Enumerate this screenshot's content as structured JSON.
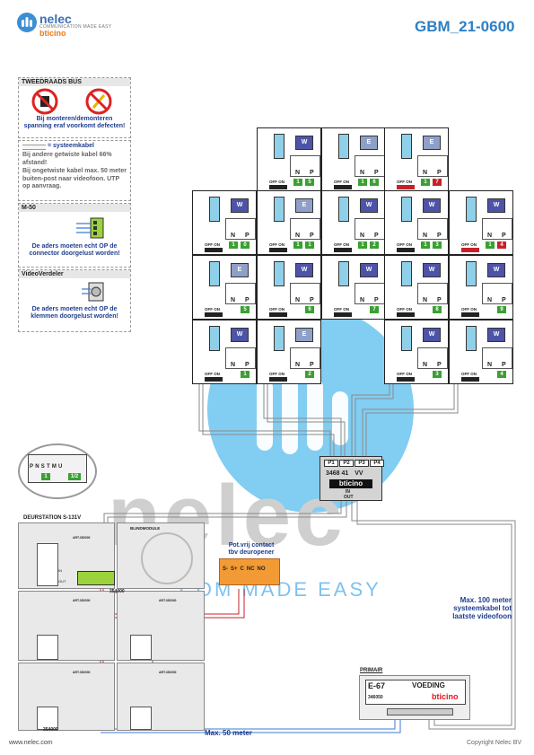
{
  "header": {
    "brand": "nelec",
    "brand_tagline": "COMMUNICATION MADE EASY",
    "brand_sub": "bticino",
    "doc_code": "GBM_21-0600"
  },
  "legend": {
    "two_wire": {
      "title": "TWEEDRAADS BUS",
      "warning": "Bij monteren/demonteren spanning eraf voorkomt defecten!"
    },
    "system_cable": {
      "label": "= systeemkabel",
      "text1": "Bij andere getwiste kabel 66% afstand!",
      "text2": "Bij ongetwiste kabel max. 50 meter buiten-post naar videofoon. UTP op aanvraag."
    },
    "m50": {
      "title": "M-50",
      "text": "De aders moeten echt OP de connector doorgelust worden!"
    },
    "splitter": {
      "title": "VideoVerdeler",
      "text": "De aders moeten echt OP de klemmen doorgelust worden!"
    }
  },
  "dip_switch": {
    "labels": [
      "P",
      "N",
      "S",
      "T",
      "M",
      "U"
    ],
    "value_p": "1",
    "value_m": "1/2"
  },
  "door_station": {
    "label": "DEURSTATION S-131V",
    "blind_label": "BLINDMODULE",
    "part_top": "ART.352000",
    "part_mod": "ART.352000",
    "cable_label": "354000",
    "in_label": "IN",
    "out_label": "OUT"
  },
  "relay": {
    "title1": "Pot.vrij contact",
    "title2": "tbv deuropener",
    "terminals": [
      "S-",
      "S+",
      "C",
      "NC",
      "NO"
    ]
  },
  "splitter_box": {
    "ports": [
      "P1",
      "P2",
      "P3",
      "P4"
    ],
    "model": "3468 41",
    "vv": "VV",
    "brand": "bticino",
    "in_label": "IN",
    "out_label": "OUT"
  },
  "notes": {
    "max100": "Max. 100 meter systeemkabel tot laatste videofoon",
    "max50": "Max. 50 meter"
  },
  "psu": {
    "primary": "PRIMAIR",
    "model": "E-67",
    "title": "VOEDING",
    "part": "346050",
    "brand": "bticino"
  },
  "indoor_units": {
    "n_label": "N",
    "p_label": "P",
    "offon": "OFF ON",
    "units": [
      {
        "n": "1",
        "p": "5",
        "screen": "W",
        "red": false
      },
      {
        "n": "1",
        "p": "6",
        "screen": "E",
        "red": false
      },
      {
        "n": "1",
        "p": "7",
        "screen": "E",
        "red": true
      },
      {
        "n": "1",
        "p": "0",
        "screen": "W",
        "red": false
      },
      {
        "n": "1",
        "p": "1",
        "screen": "E",
        "red": false
      },
      {
        "n": "1",
        "p": "2",
        "screen": "W",
        "red": false
      },
      {
        "n": "1",
        "p": "3",
        "screen": "W",
        "red": false
      },
      {
        "n": "1",
        "p": "4",
        "screen": "W",
        "red": true
      },
      {
        "n": "",
        "p": "5",
        "screen": "E",
        "red": false
      },
      {
        "n": "",
        "p": "6",
        "screen": "W",
        "red": false
      },
      {
        "n": "",
        "p": "7",
        "screen": "W",
        "red": false
      },
      {
        "n": "",
        "p": "8",
        "screen": "W",
        "red": false
      },
      {
        "n": "",
        "p": "9",
        "screen": "W",
        "red": false
      },
      {
        "n": "",
        "p": "1",
        "screen": "W",
        "red": false
      },
      {
        "n": "",
        "p": "2",
        "screen": "E",
        "red": false
      },
      {
        "n": "",
        "p": "3",
        "screen": "W",
        "red": false
      },
      {
        "n": "",
        "p": "4",
        "screen": "W",
        "red": false
      }
    ]
  },
  "watermark": {
    "big": "nelec",
    "tag": "COM MADE EASY"
  },
  "footer": {
    "left": "www.nelec.com",
    "right": "Copyright Nelec BV"
  }
}
